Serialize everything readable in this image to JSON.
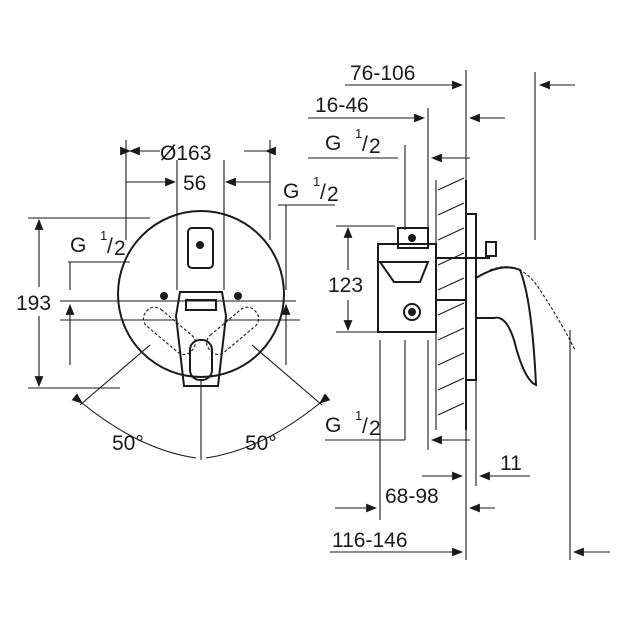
{
  "front_view": {
    "diameter": "Ø163",
    "spacing": "56",
    "height": "193",
    "g_left": {
      "letter": "G",
      "sup": "1",
      "den": "2"
    },
    "g_right": {
      "letter": "G",
      "sup": "1",
      "den": "2"
    },
    "angle_left": "50°",
    "angle_right": "50°"
  },
  "side_view": {
    "d_76_106": "76-106",
    "d_16_46": "16-46",
    "g_top": {
      "letter": "G",
      "sup": "1",
      "den": "2"
    },
    "g_bottom": {
      "letter": "G",
      "sup": "1",
      "den": "2"
    },
    "d_123": "123",
    "d_11": "11",
    "d_68_98": "68-98",
    "d_116_146": "116-146"
  }
}
